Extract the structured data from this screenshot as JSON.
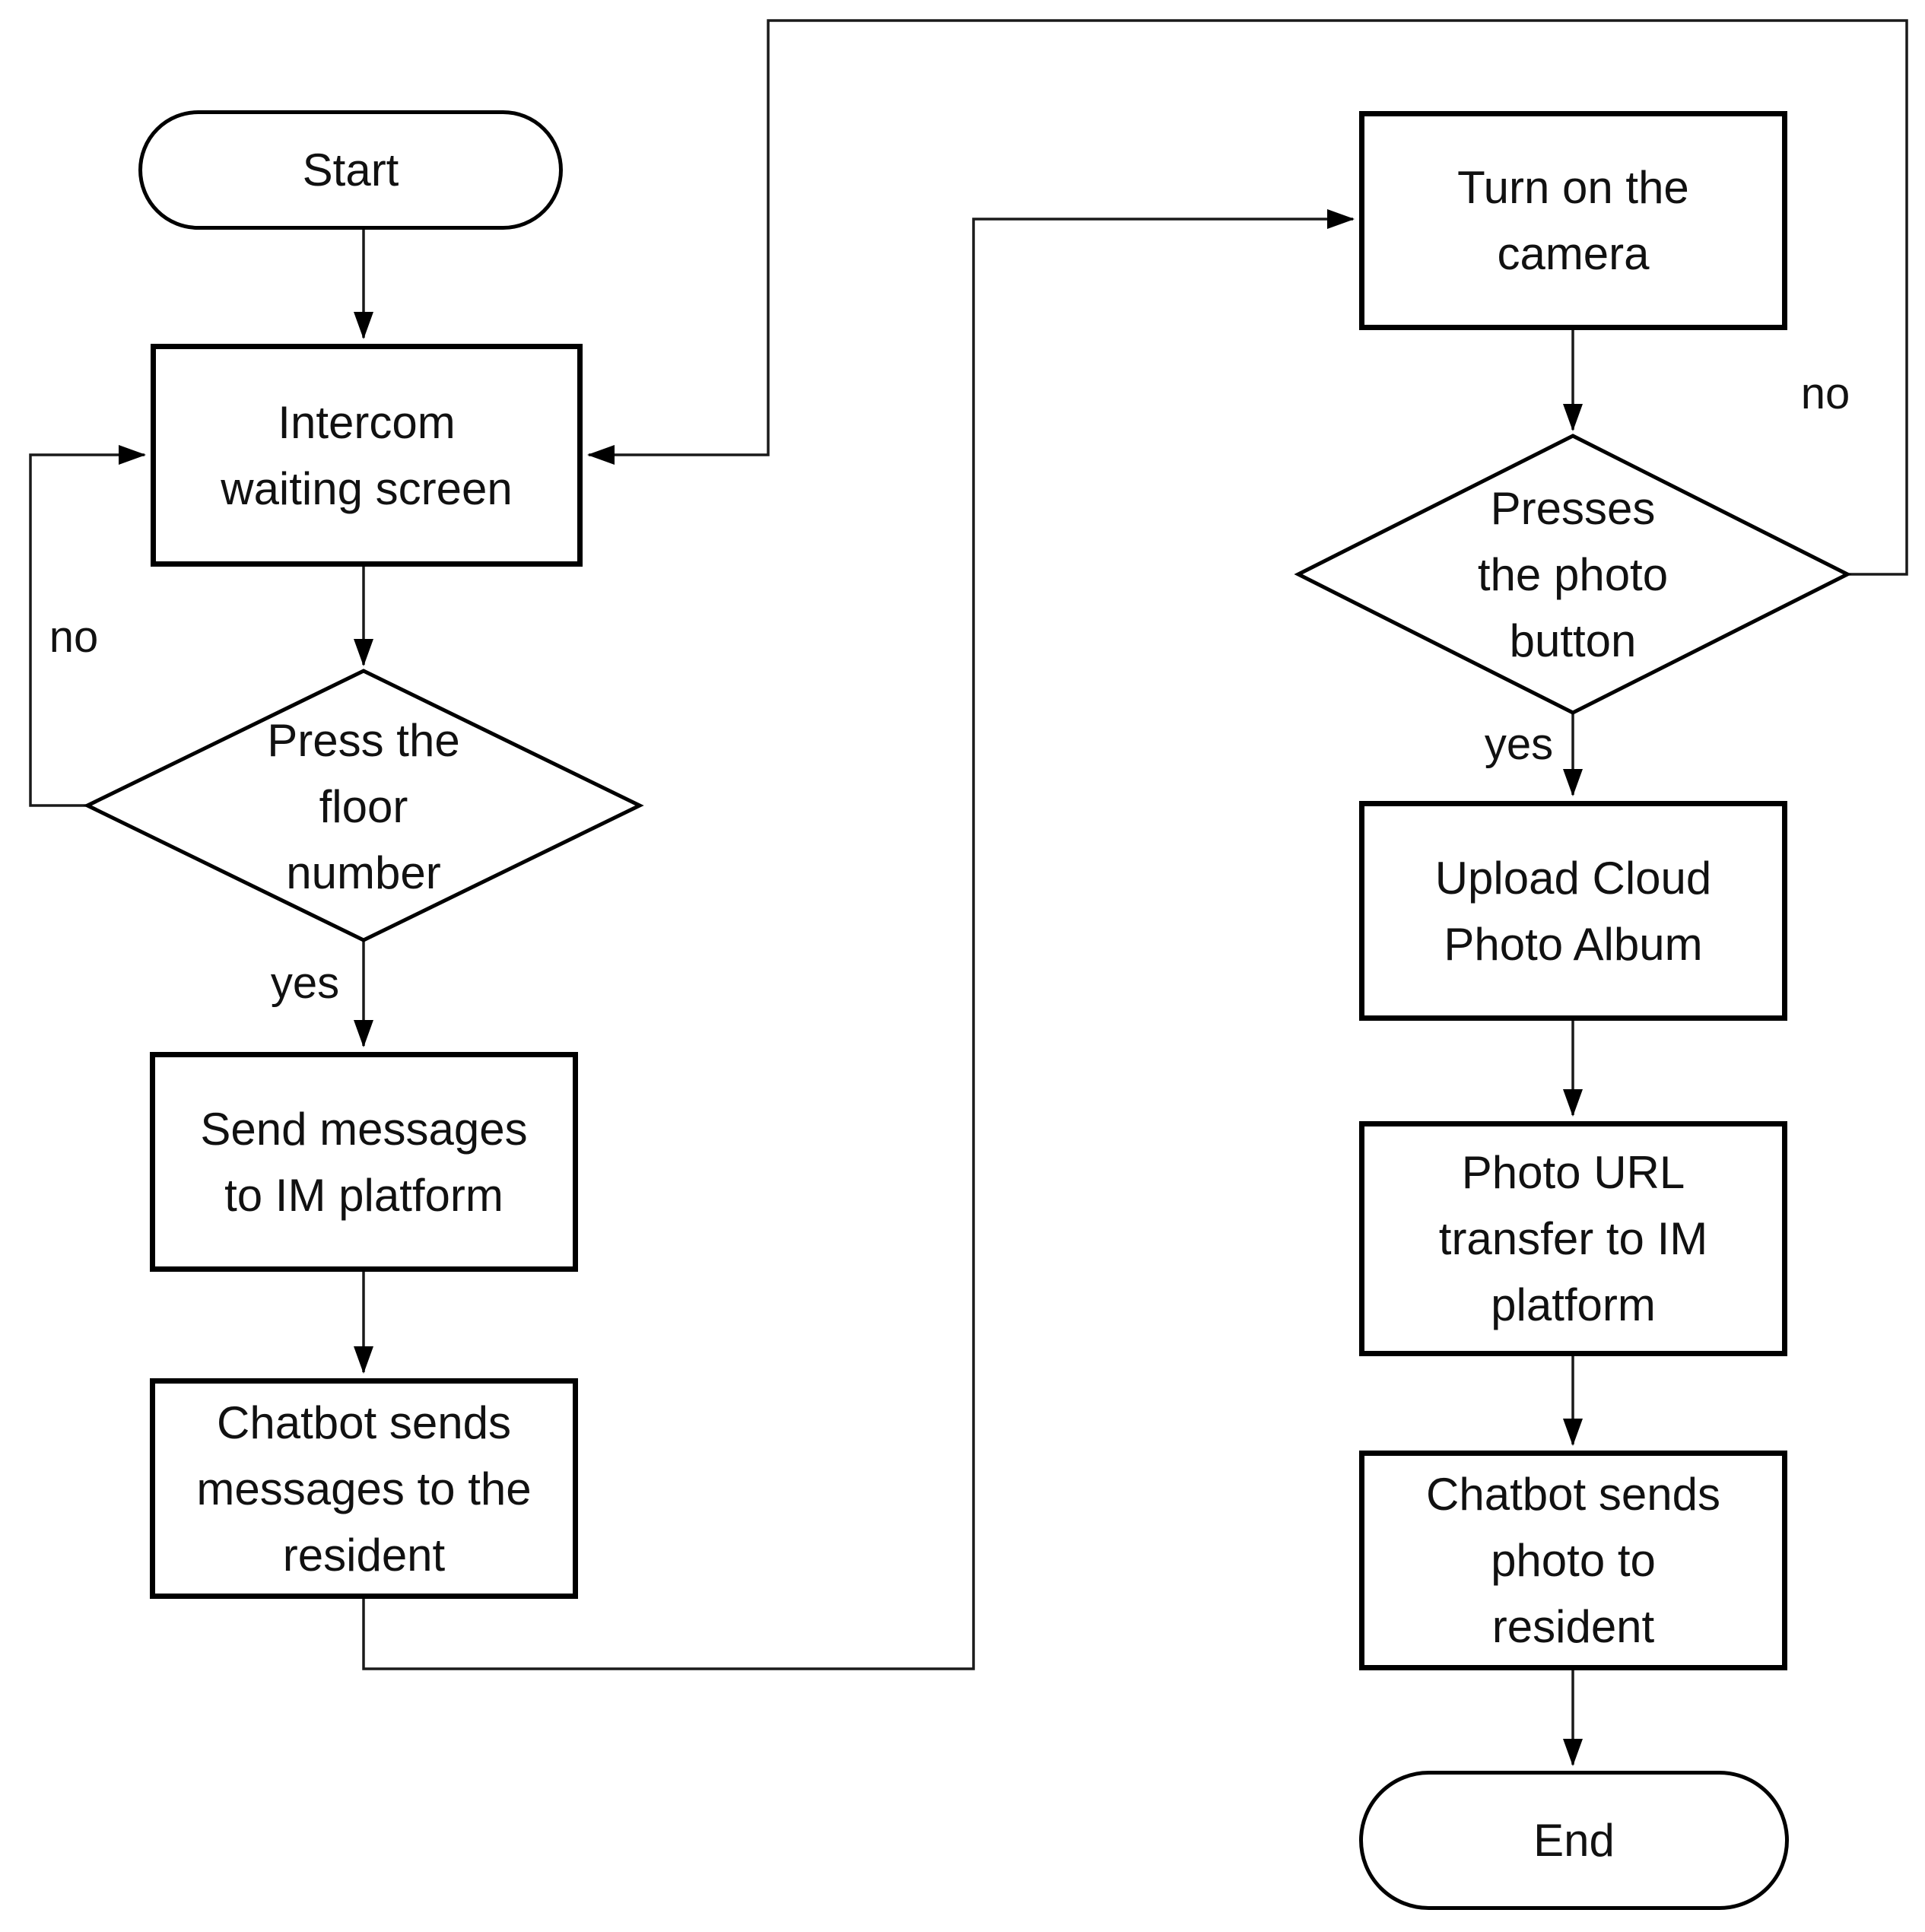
{
  "diagram": {
    "type": "flowchart",
    "colors": {
      "stroke": "#000000",
      "fill": "#ffffff",
      "text": "#111111"
    }
  },
  "nodes": {
    "start": {
      "type": "terminator",
      "label": "Start"
    },
    "intercom": {
      "type": "process",
      "label": "Intercom\nwaiting screen"
    },
    "press_floor": {
      "type": "decision",
      "label": "Press the\nfloor\nnumber"
    },
    "send_messages": {
      "type": "process",
      "label": "Send messages\nto IM platform"
    },
    "chatbot_messages": {
      "type": "process",
      "label": "Chatbot sends\nmessages to the\nresident"
    },
    "turn_on_camera": {
      "type": "process",
      "label": "Turn on the\ncamera"
    },
    "presses_photo": {
      "type": "decision",
      "label": "Presses\nthe photo\nbutton"
    },
    "upload_cloud": {
      "type": "process",
      "label": "Upload Cloud\nPhoto Album"
    },
    "photo_url": {
      "type": "process",
      "label": "Photo URL\ntransfer to IM\nplatform"
    },
    "chatbot_photo": {
      "type": "process",
      "label": "Chatbot sends\nphoto to\nresident"
    },
    "end": {
      "type": "terminator",
      "label": "End"
    }
  },
  "edges": [
    {
      "from": "start",
      "to": "intercom",
      "label": ""
    },
    {
      "from": "intercom",
      "to": "press_floor",
      "label": ""
    },
    {
      "from": "press_floor",
      "to": "intercom",
      "label": "no"
    },
    {
      "from": "press_floor",
      "to": "send_messages",
      "label": "yes"
    },
    {
      "from": "send_messages",
      "to": "chatbot_messages",
      "label": ""
    },
    {
      "from": "chatbot_messages",
      "to": "turn_on_camera",
      "label": ""
    },
    {
      "from": "turn_on_camera",
      "to": "presses_photo",
      "label": ""
    },
    {
      "from": "presses_photo",
      "to": "intercom",
      "label": "no"
    },
    {
      "from": "presses_photo",
      "to": "upload_cloud",
      "label": "yes"
    },
    {
      "from": "upload_cloud",
      "to": "photo_url",
      "label": ""
    },
    {
      "from": "photo_url",
      "to": "chatbot_photo",
      "label": ""
    },
    {
      "from": "chatbot_photo",
      "to": "end",
      "label": ""
    }
  ]
}
